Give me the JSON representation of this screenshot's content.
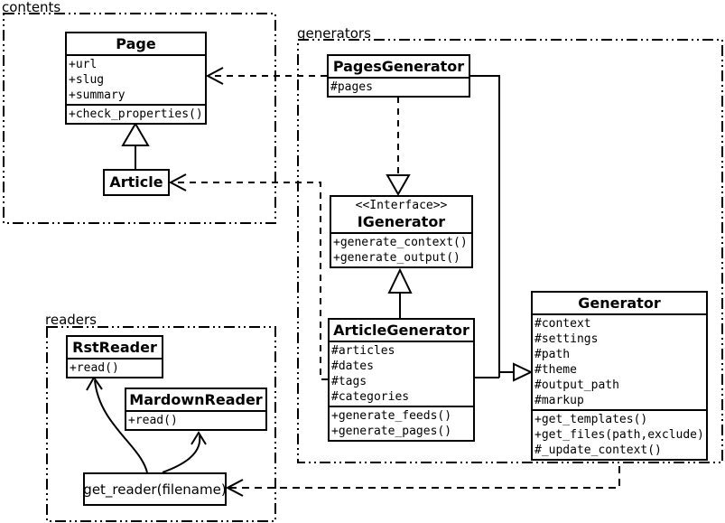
{
  "diagram_type": "uml-class-diagram",
  "packages": {
    "contents": {
      "label": "contents"
    },
    "generators": {
      "label": "generators"
    },
    "readers": {
      "label": "readers"
    }
  },
  "classes": {
    "page": {
      "title": "Page",
      "attributes": [
        "+url",
        "+slug",
        "+summary"
      ],
      "methods": [
        "+check_properties()"
      ]
    },
    "article": {
      "title": "Article"
    },
    "pages_generator": {
      "title": "PagesGenerator",
      "attributes": [
        "#pages"
      ]
    },
    "igenerator": {
      "stereotype": "<<Interface>>",
      "title": "IGenerator",
      "methods": [
        "+generate_context()",
        "+generate_output()"
      ]
    },
    "article_generator": {
      "title": "ArticleGenerator",
      "attributes": [
        "#articles",
        "#dates",
        "#tags",
        "#categories"
      ],
      "methods": [
        "+generate_feeds()",
        "+generate_pages()"
      ]
    },
    "generator": {
      "title": "Generator",
      "attributes": [
        "#context",
        "#settings",
        "#path",
        "#theme",
        "#output_path",
        "#markup"
      ],
      "methods": [
        "+get_templates()",
        "+get_files(path,exclude)",
        "#_update_context()"
      ]
    },
    "rst_reader": {
      "title": "RstReader",
      "methods": [
        "+read()"
      ]
    },
    "mardown_reader": {
      "title": "MardownReader",
      "methods": [
        "+read()"
      ]
    },
    "get_reader": {
      "title": "get_reader(filename)"
    }
  },
  "colors": {
    "line": "#000000",
    "background": "#ffffff",
    "box_fill": "#ffffff"
  }
}
